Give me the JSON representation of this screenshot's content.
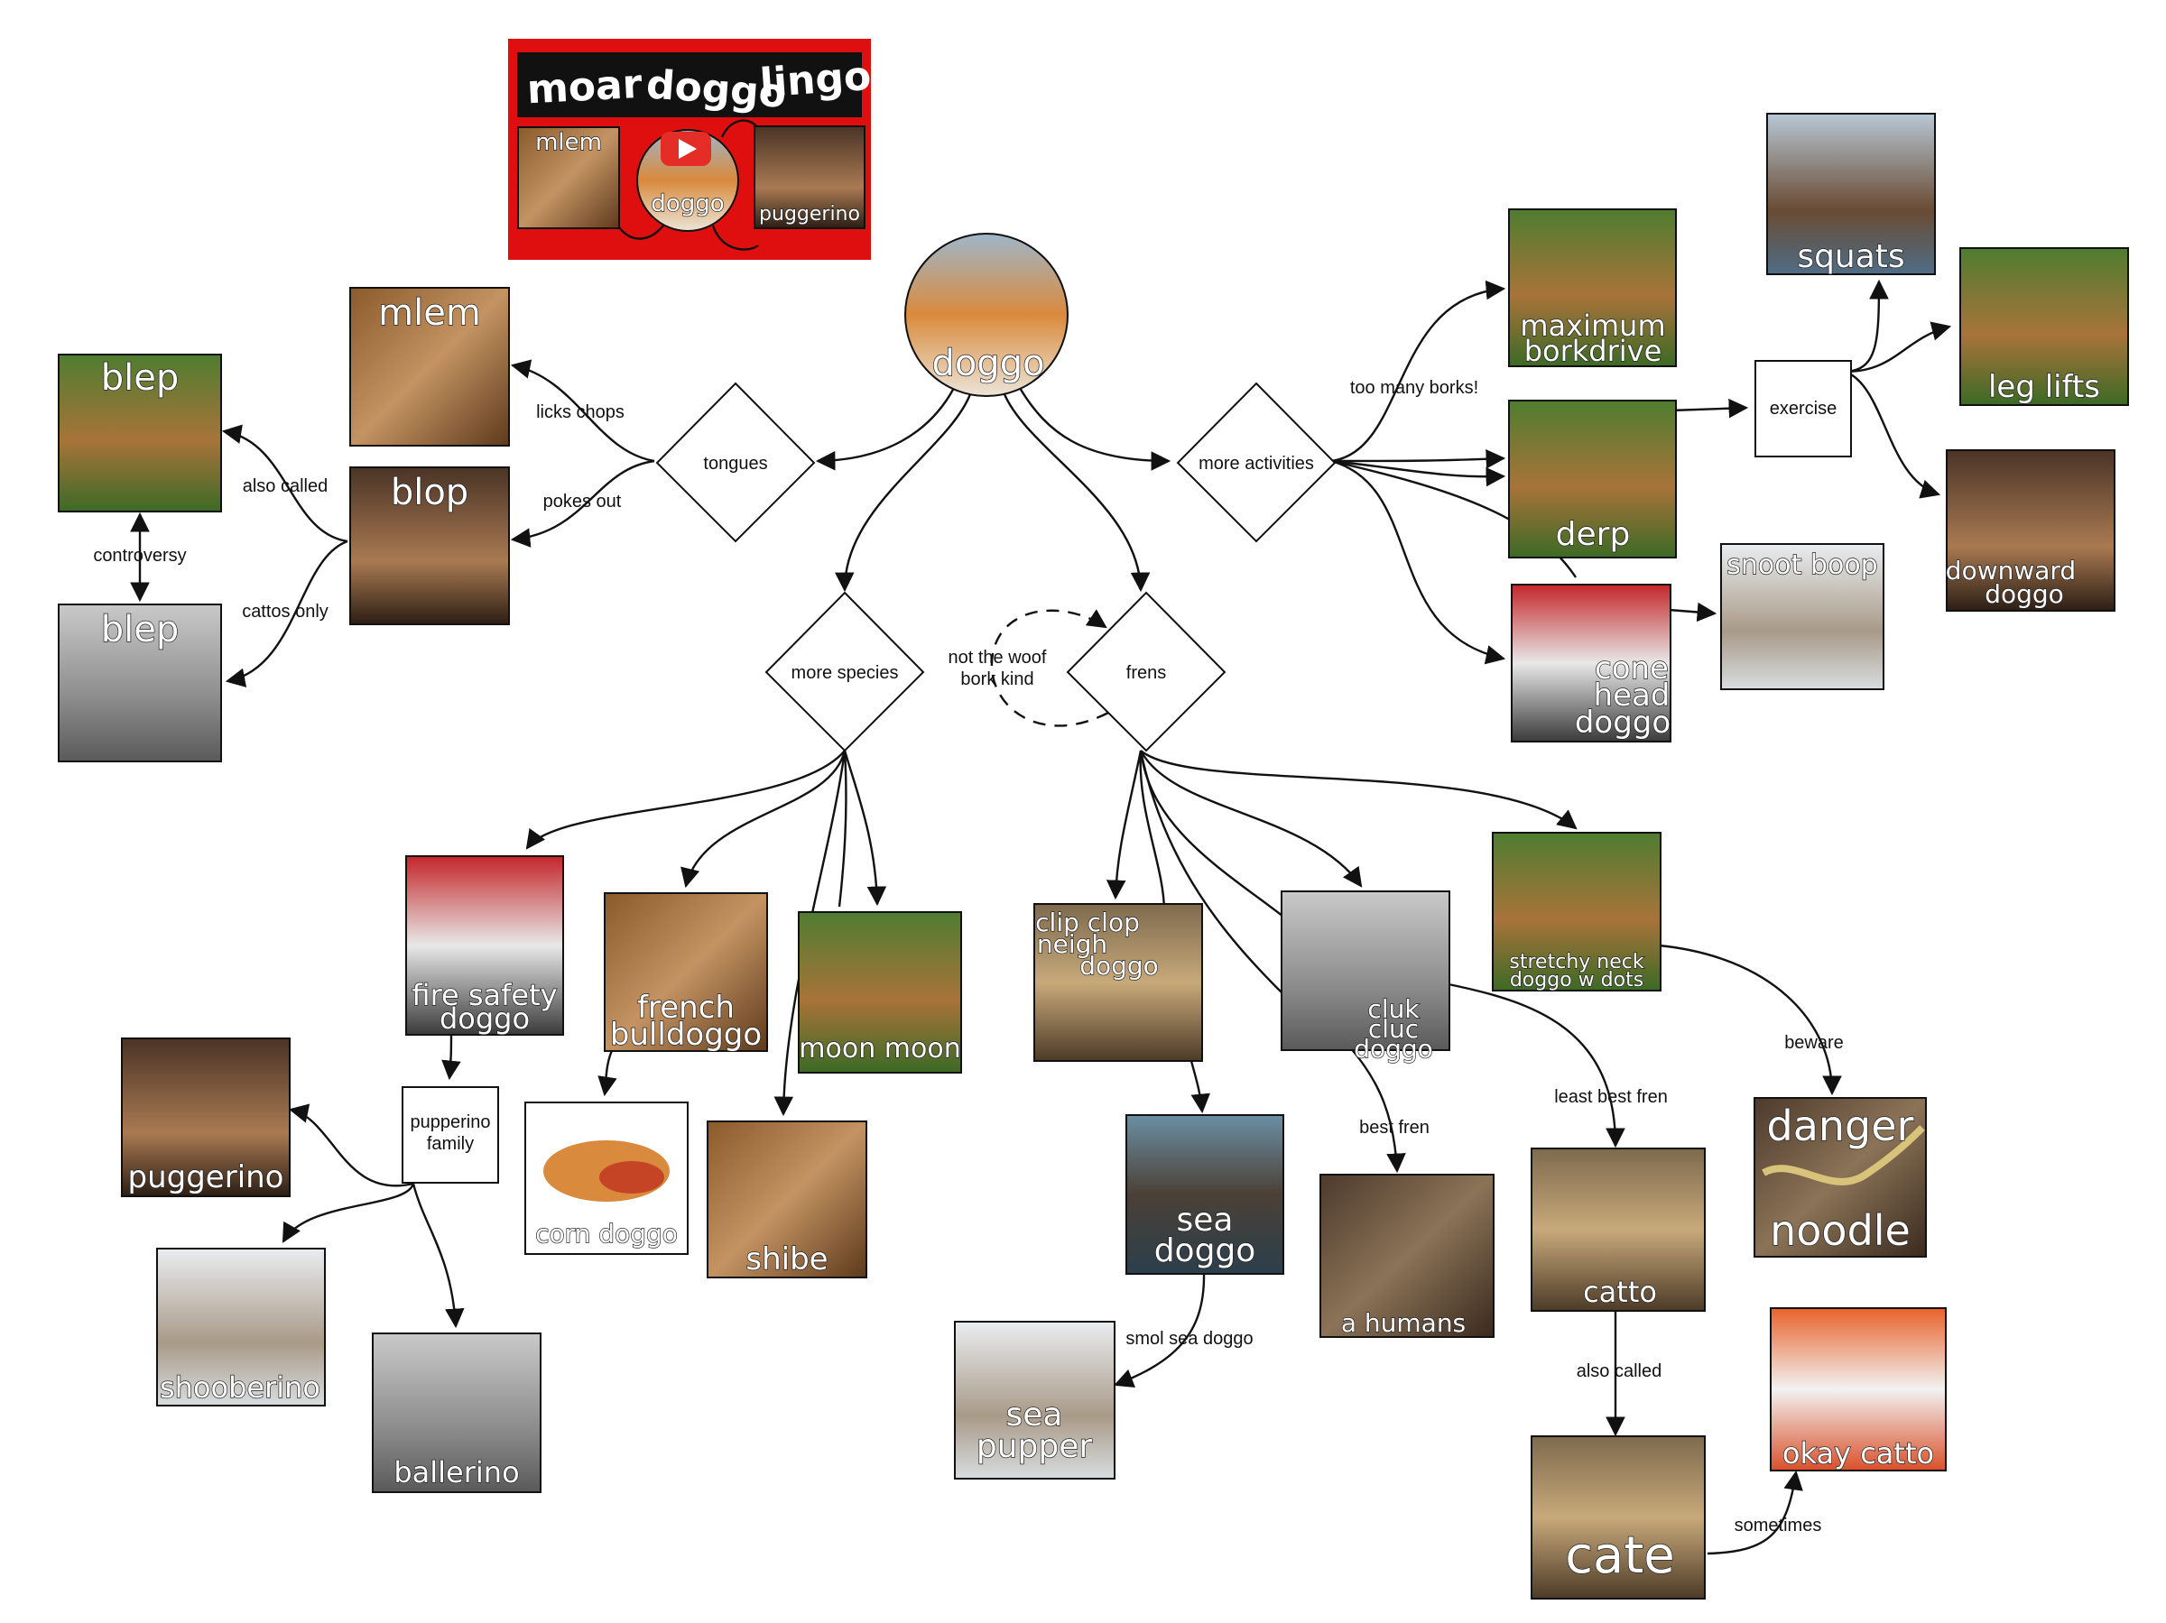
{
  "banner": {
    "title_parts": [
      "moar",
      "doggo",
      "lingo"
    ],
    "thumb_labels": [
      "mlem",
      "doggo",
      "puggerino"
    ],
    "colors": {
      "background": "#e00f0f",
      "title_band": "#111111",
      "play_button": "#e52d27"
    }
  },
  "decision_nodes": {
    "tongues": "tongues",
    "more_activities": "more activities",
    "more_species": "more species",
    "frens": "frens"
  },
  "box_nodes": {
    "exercise": "exercise",
    "pupperino_family": [
      "pupperino",
      "family"
    ]
  },
  "photo_nodes": {
    "doggo": [
      "doggo"
    ],
    "mlem": [
      "mlem"
    ],
    "blop": [
      "blop"
    ],
    "blep_dog": [
      "blep"
    ],
    "blep_cat": [
      "blep"
    ],
    "maximum_borkdrive": [
      "maximum",
      "borkdrive"
    ],
    "derp": [
      "derp"
    ],
    "cone_head_doggo": [
      "cone",
      "head",
      "doggo"
    ],
    "snoot_boop": [
      "snoot boop"
    ],
    "squats": [
      "squats"
    ],
    "leg_lifts": [
      "leg lifts"
    ],
    "downward_doggo": [
      "downward",
      "doggo"
    ],
    "fire_safety_doggo": [
      "fire safety",
      "doggo"
    ],
    "french_bulldoggo": [
      "french",
      "bulldoggo"
    ],
    "moon_moon": [
      "moon moon"
    ],
    "corn_doggo": [
      "corn doggo"
    ],
    "shibe": [
      "shibe"
    ],
    "puggerino": [
      "puggerino"
    ],
    "shooberino": [
      "shooberino"
    ],
    "ballerino": [
      "ballerino"
    ],
    "clip_clop": [
      "clip clop",
      "neigh",
      "doggo"
    ],
    "cluk_cluc": [
      "cluk",
      "cluc",
      "doggo"
    ],
    "stretchy_neck": [
      "stretchy neck",
      "doggo w dots"
    ],
    "sea_doggo": [
      "sea",
      "doggo"
    ],
    "sea_pupper": [
      "sea",
      "pupper"
    ],
    "a_humans": [
      "a humans"
    ],
    "catto": [
      "catto"
    ],
    "danger_noodle": [
      "danger",
      "noodle"
    ],
    "cate": [
      "cate"
    ],
    "okay_catto": [
      "okay catto"
    ]
  },
  "edge_labels": {
    "licks_chops": "licks chops",
    "pokes_out": "pokes out",
    "also_called_blep": "also called",
    "cattos_only": "cattos only",
    "controversy": "controversy",
    "too_many_borks": "too many borks!",
    "not_the_woof": [
      "not the woof",
      "bork kind"
    ],
    "smol_sea_doggo": "smol sea doggo",
    "best_fren": "best fren",
    "least_best_fren": "least best fren",
    "beware": "beware",
    "also_called_cate": "also called",
    "sometimes": "sometimes"
  },
  "colors": {
    "line": "#111111",
    "caption_fill": "#ffffff",
    "caption_stroke": "#222222",
    "banner_red": "#e00f0f"
  }
}
